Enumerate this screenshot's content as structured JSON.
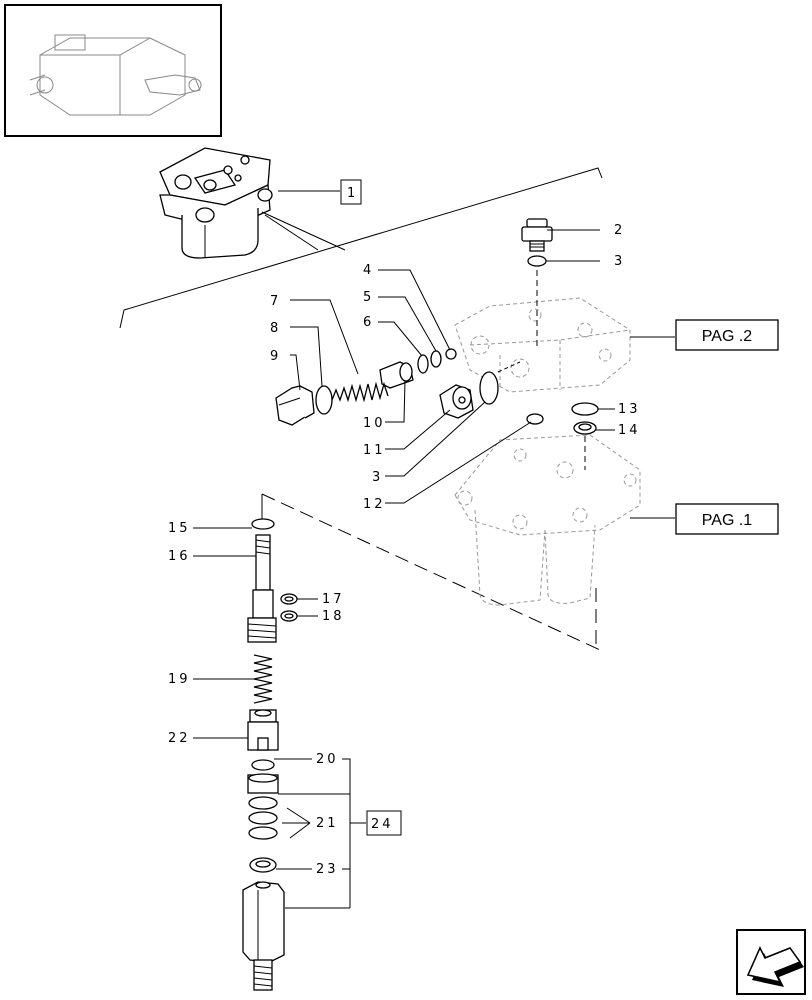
{
  "diagram": {
    "callouts": {
      "c1": "1",
      "c2": "2",
      "c3a": "3",
      "c3b": "3",
      "c4": "4",
      "c5": "5",
      "c6": "6",
      "c7": "7",
      "c8": "8",
      "c9": "9",
      "c10": "10",
      "c11": "11",
      "c12": "12",
      "c13": "13",
      "c14": "14",
      "c15": "15",
      "c16": "16",
      "c17": "17",
      "c18": "18",
      "c19": "19",
      "c20": "20",
      "c21": "21",
      "c22": "22",
      "c23": "23",
      "c24": "24"
    },
    "page_refs": {
      "pag2": "PAG .2",
      "pag1": "PAG .1"
    },
    "nav_icon": "arrow-back-icon"
  }
}
